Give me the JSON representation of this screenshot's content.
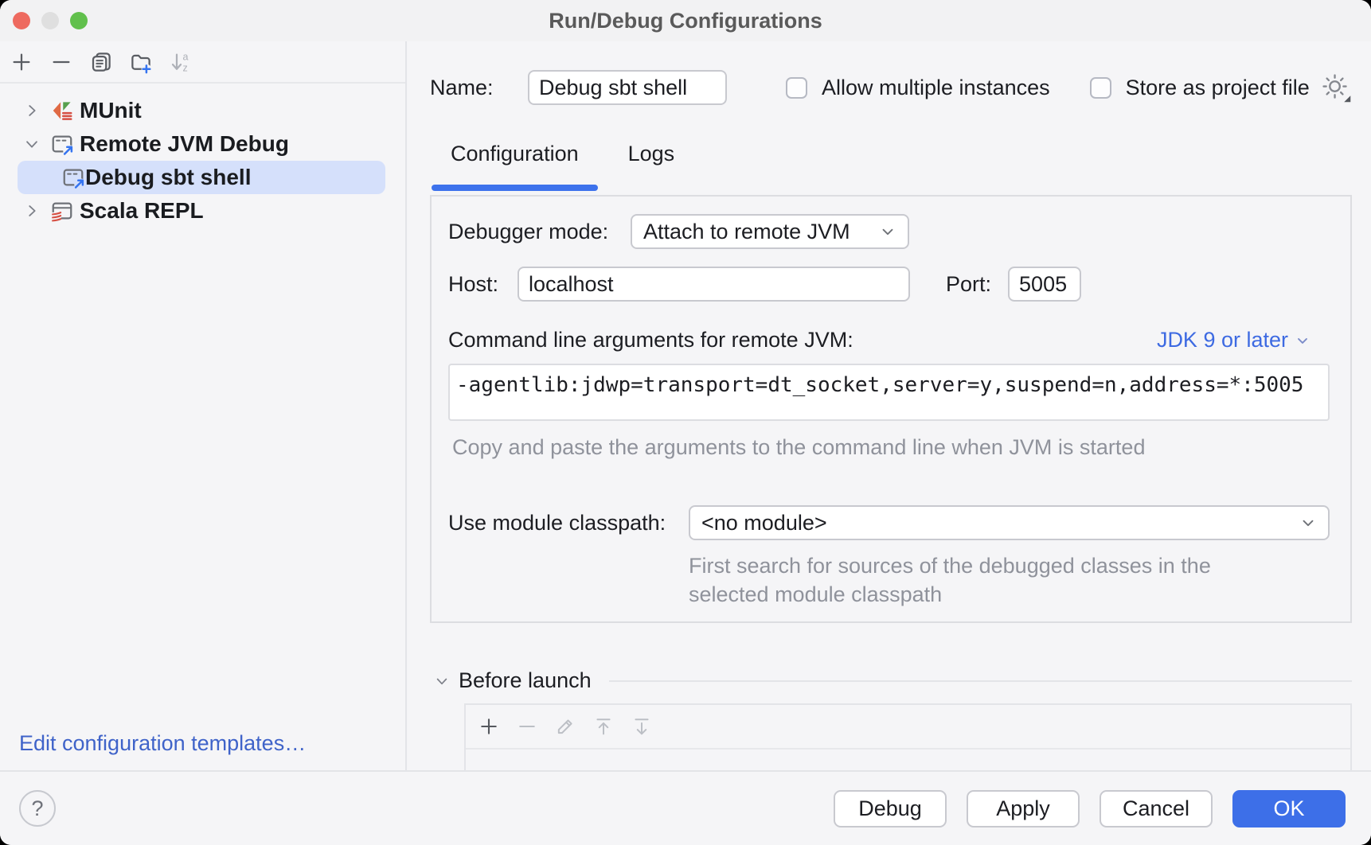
{
  "window": {
    "title": "Run/Debug Configurations"
  },
  "colors": {
    "accent": "#3574F0",
    "selection": "#D5E0FB",
    "ok_button": "#3D6FE8",
    "link": "#3D6AE2"
  },
  "sidebar": {
    "toolbar_icons": [
      "add",
      "remove",
      "copy",
      "new-folder",
      "sort-alphabetically"
    ],
    "tree": [
      {
        "label": "MUnit",
        "icon": "munit-icon",
        "state": "collapsed"
      },
      {
        "label": "Remote JVM Debug",
        "icon": "remote-jvm-debug-icon",
        "state": "expanded"
      },
      {
        "label": "Debug sbt shell",
        "icon": "remote-jvm-debug-icon",
        "selected": true
      },
      {
        "label": "Scala REPL",
        "icon": "scala-repl-icon",
        "state": "collapsed"
      }
    ],
    "edit_templates_link": "Edit configuration templates…"
  },
  "header": {
    "name_label": "Name:",
    "name_value": "Debug sbt shell",
    "allow_multiple_label": "Allow multiple instances",
    "store_as_project_label": "Store as project file"
  },
  "tabs": {
    "configuration": "Configuration",
    "logs": "Logs",
    "active": "Configuration"
  },
  "form": {
    "debugger_mode_label": "Debugger mode:",
    "debugger_mode_value": "Attach to remote JVM",
    "host_label": "Host:",
    "host_value": "localhost",
    "port_label": "Port:",
    "port_value": "5005",
    "cmdline_label": "Command line arguments for remote JVM:",
    "jdk_selector_value": "JDK 9 or later",
    "cmdline_value": "-agentlib:jdwp=transport=dt_socket,server=y,suspend=n,address=*:5005",
    "cmdline_hint": "Copy and paste the arguments to the command line when JVM is started",
    "module_classpath_label": "Use module classpath:",
    "module_classpath_value": "<no module>",
    "module_classpath_hint": "First search for sources of the debugged classes in the selected module classpath"
  },
  "before_launch": {
    "title": "Before launch",
    "toolbar_icons": [
      "add",
      "remove",
      "edit",
      "move-to-top",
      "move-down"
    ]
  },
  "footer": {
    "help_label": "?",
    "debug_label": "Debug",
    "apply_label": "Apply",
    "cancel_label": "Cancel",
    "ok_label": "OK"
  }
}
